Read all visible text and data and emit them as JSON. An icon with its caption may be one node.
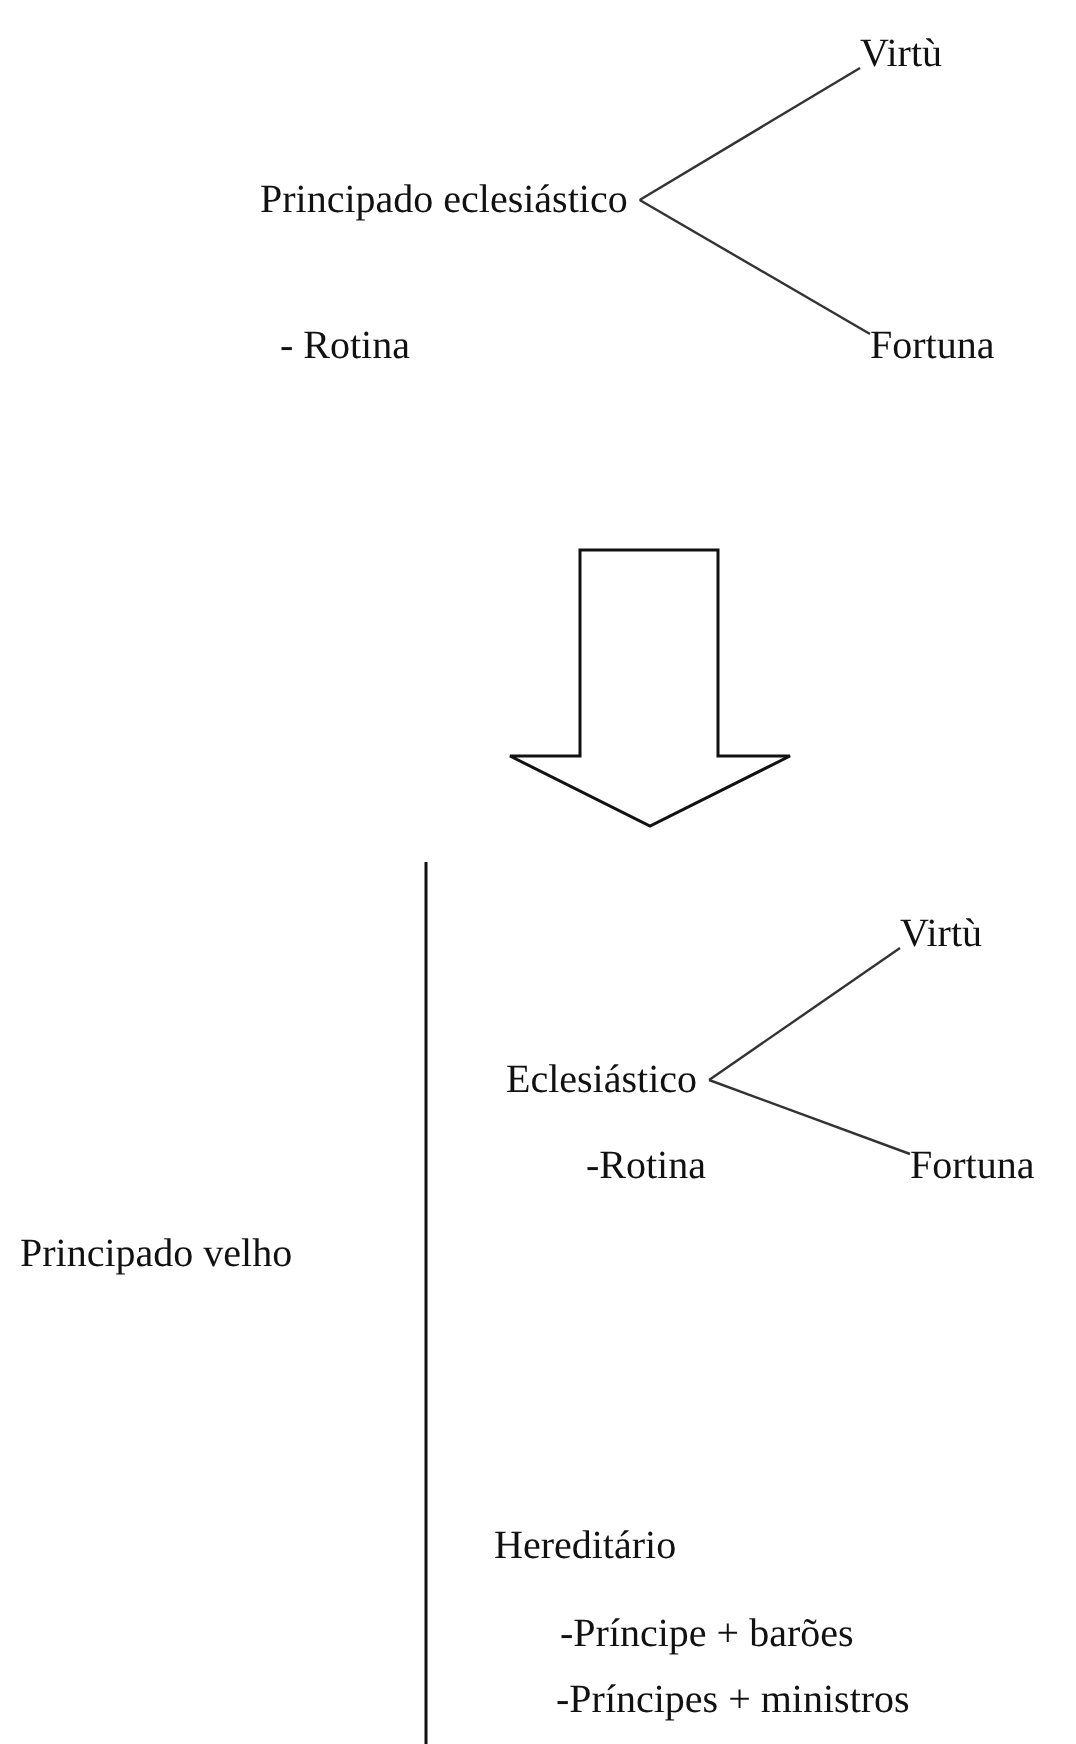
{
  "diagram": {
    "nodes": [
      {
        "text": [
          "Virtù"
        ]
      },
      {
        "text": [
          "Principado eclesiástico"
        ]
      },
      {
        "text": [
          "Fortuna"
        ]
      },
      {
        "text": [
          "Virtù"
        ]
      },
      {
        "text": [
          "Eclesiástico"
        ]
      },
      {
        "text": [
          "Fortuna"
        ]
      }
    ],
    "edges": [
      {
        "from": 1,
        "to": 0,
        "arrow": "none"
      },
      {
        "from": 1,
        "to": 2,
        "arrow": "none"
      },
      {
        "from": 4,
        "to": 3,
        "arrow": "none"
      },
      {
        "from": 4,
        "to": 5,
        "arrow": "none"
      }
    ],
    "labels": [
      "- Rotina",
      "Principado velho",
      "-Rotina",
      "Hereditário",
      "-Príncipe + barões",
      "-Príncipes + ministros"
    ]
  }
}
